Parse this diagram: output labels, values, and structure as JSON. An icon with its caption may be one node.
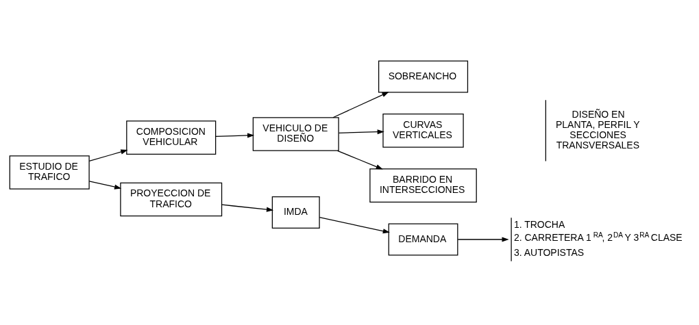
{
  "diagram": {
    "nodes": [
      {
        "text": [
          "ESTUDIO DE TRAFICO"
        ]
      },
      {
        "text": [
          "COMPOSICION VEHICULAR"
        ]
      },
      {
        "text": [
          "VEHICULO DE DISEÑO"
        ]
      },
      {
        "text": [
          "SOBREANCHO"
        ]
      },
      {
        "text": [
          "CURVAS VERTICALES"
        ]
      },
      {
        "text": [
          "BARRIDO EN INTERSECCIONES"
        ]
      },
      {
        "text": [
          "PROYECCION DE TRAFICO"
        ]
      },
      {
        "text": [
          "IMDA"
        ]
      },
      {
        "text": [
          "DEMANDA"
        ]
      },
      {
        "text": [
          "1. TROCHA",
          "2. CARRETERA 1$^{RA}$, 2$^{DA}$ Y 3$^{RA}$ CLASE",
          "3. AUTOPISTAS"
        ]
      }
    ],
    "edges": [
      {
        "from": 0,
        "to": 1,
        "arrow": "to"
      },
      {
        "from": 0,
        "to": 6,
        "arrow": "to"
      },
      {
        "from": 1,
        "to": 2,
        "arrow": "to"
      },
      {
        "from": 2,
        "to": 3,
        "arrow": "to"
      },
      {
        "from": 2,
        "to": 4,
        "arrow": "to"
      },
      {
        "from": 2,
        "to": 5,
        "arrow": "to"
      },
      {
        "from": 6,
        "to": 7,
        "arrow": "to"
      },
      {
        "from": 7,
        "to": 8,
        "arrow": "to"
      },
      {
        "from": 8,
        "to": 9,
        "arrow": "to"
      }
    ],
    "labels": [
      "DISEÑO EN PLANTA, PERFIL Y SECCIONES TRANSVERSALES"
    ]
  }
}
